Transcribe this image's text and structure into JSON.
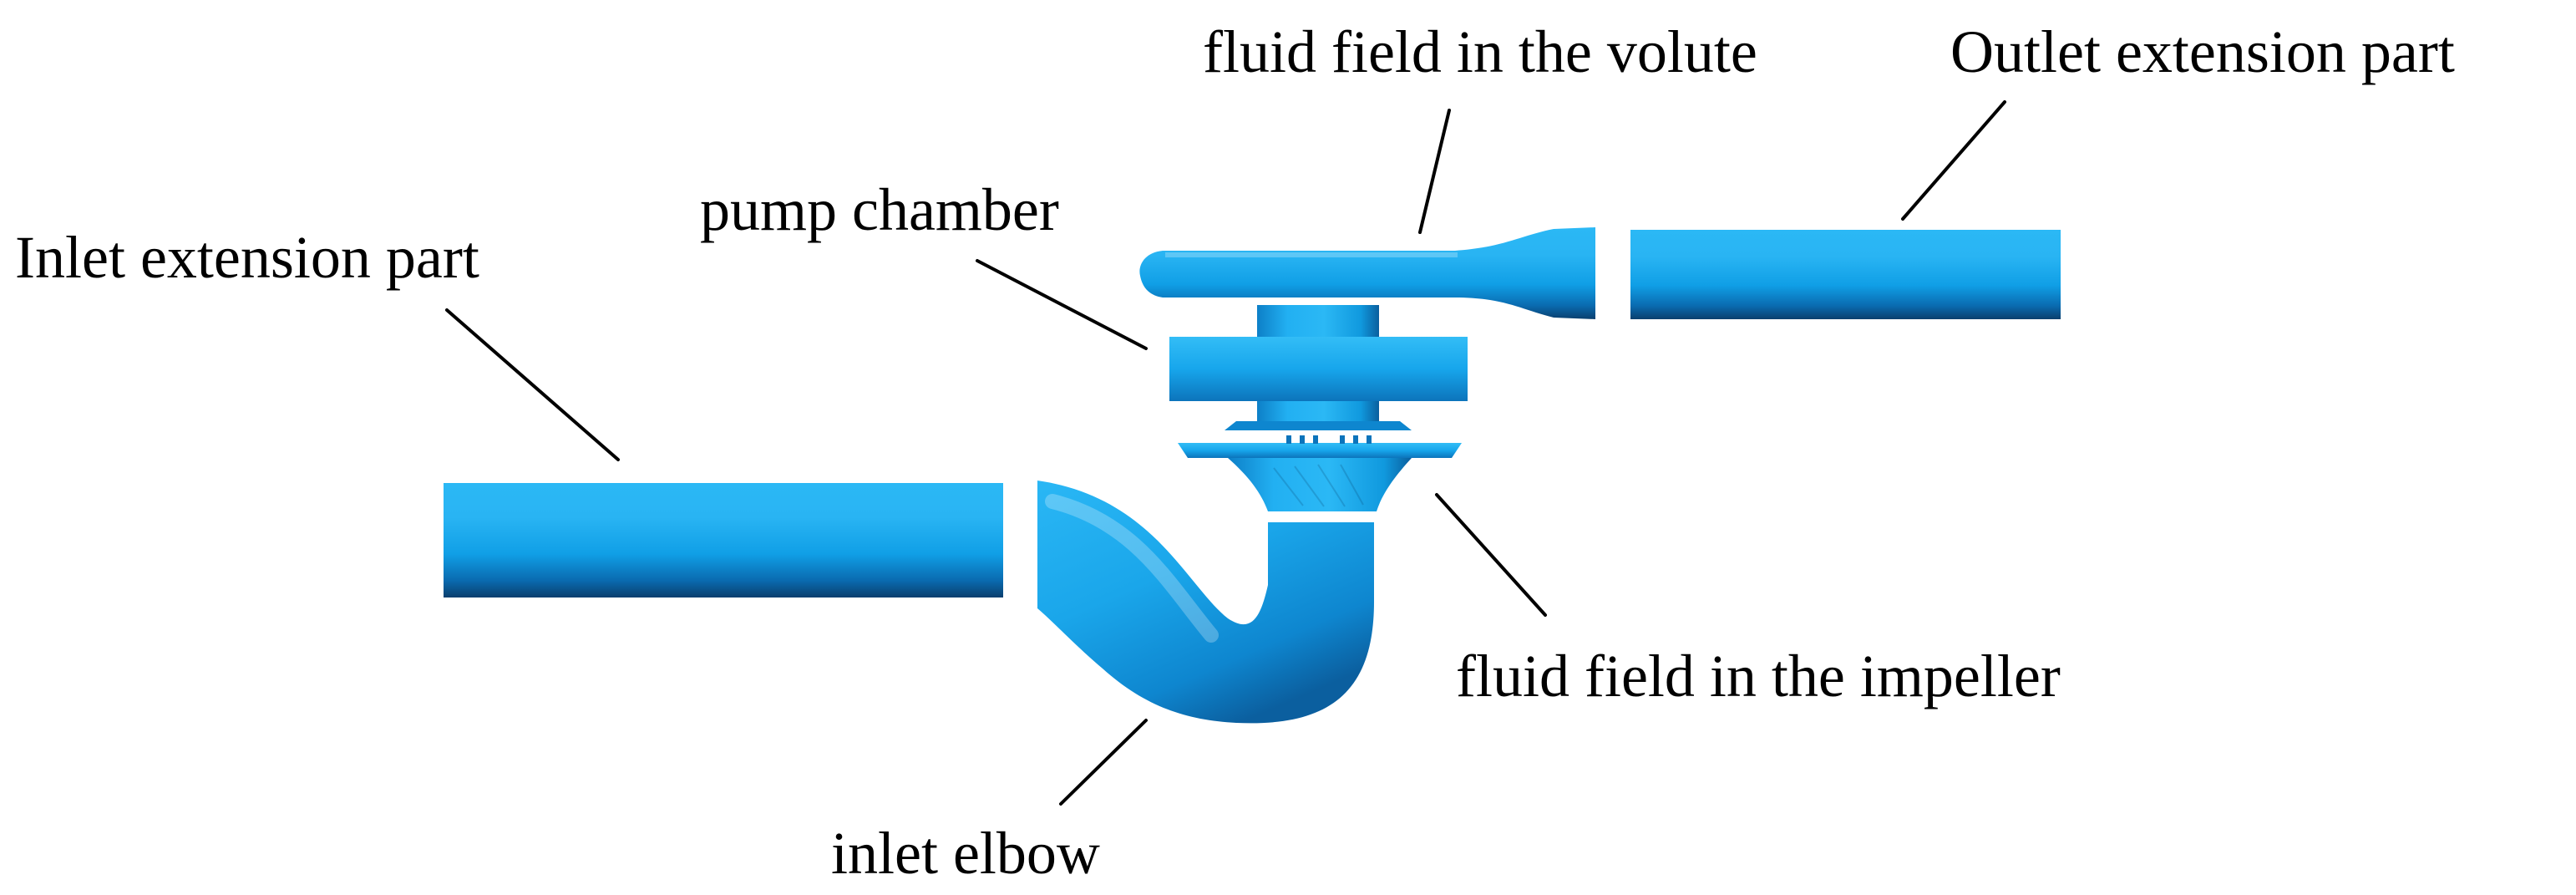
{
  "labels": {
    "inlet_extension": "Inlet extension part",
    "pump_chamber": "pump chamber",
    "volute": "fluid field in the volute",
    "outlet_extension": "Outlet extension part",
    "impeller": "fluid field in the impeller",
    "inlet_elbow": "inlet elbow"
  },
  "colors": {
    "pipe_light": "#2bb8f5",
    "pipe_mid": "#109fe6",
    "pipe_dark": "#0a3f6e",
    "leader": "#000000",
    "background": "#ffffff"
  }
}
